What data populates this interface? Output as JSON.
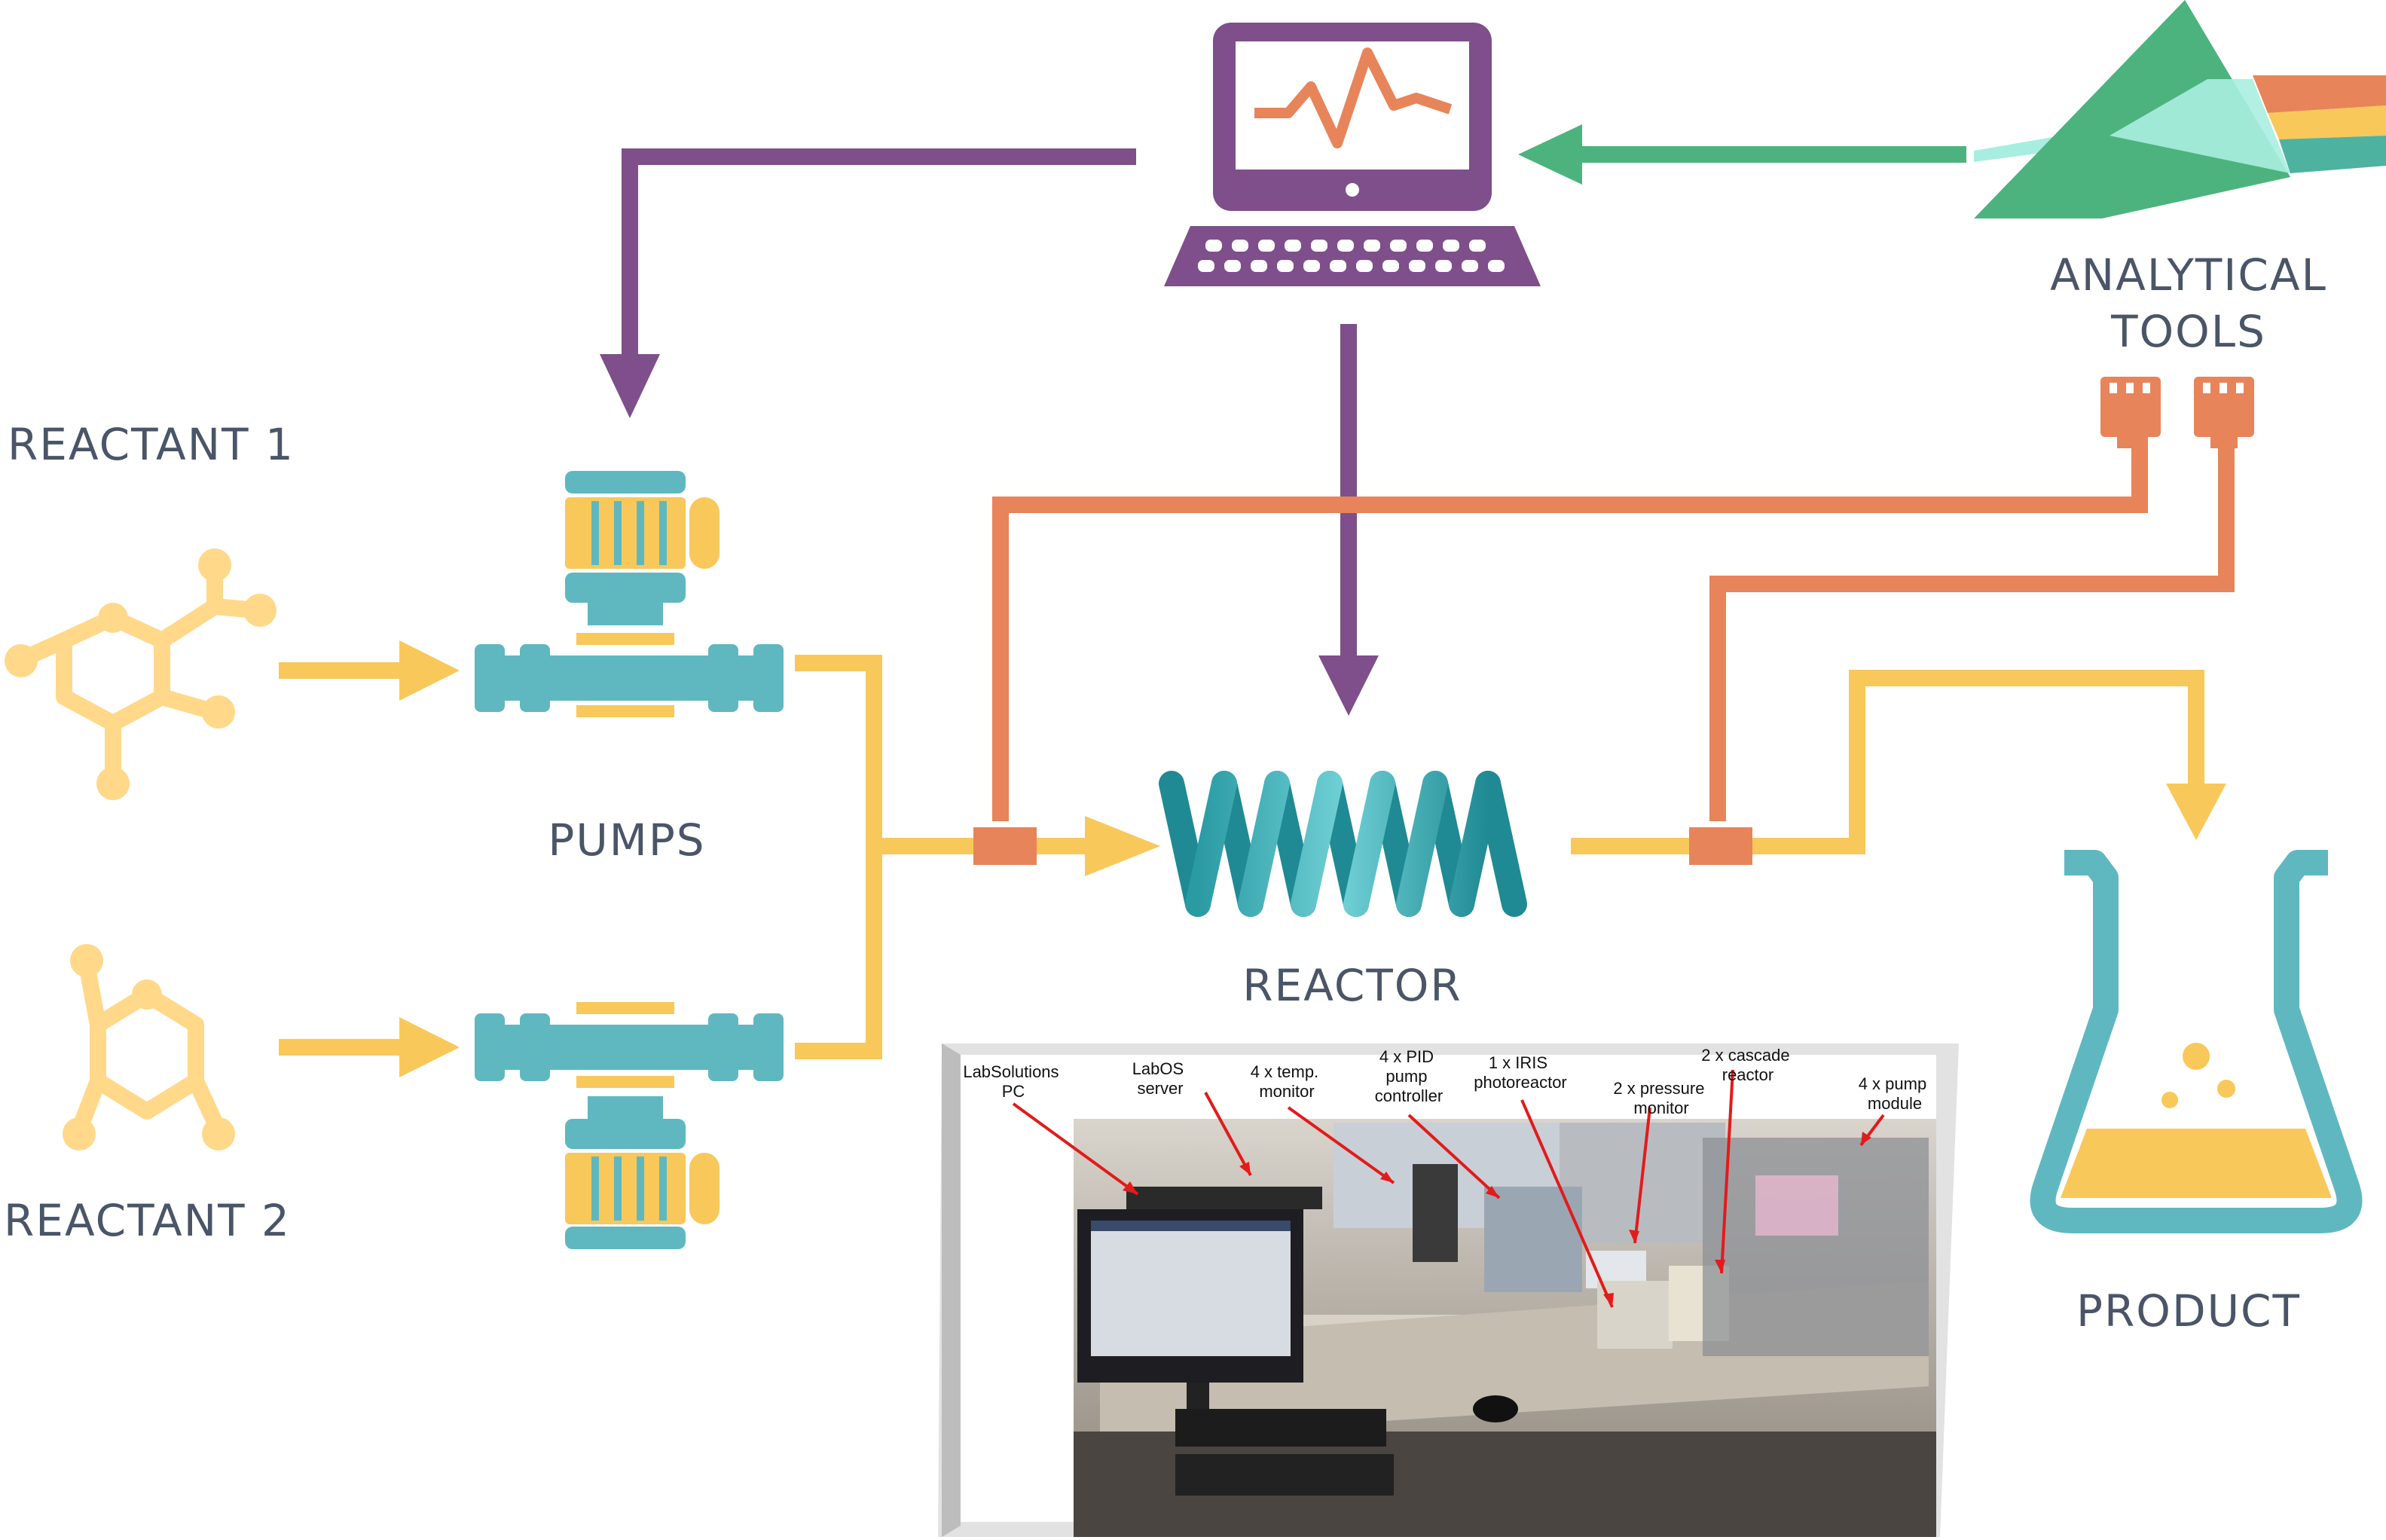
{
  "labels": {
    "reactant1": "REACTANT 1",
    "reactant2": "REACTANT 2",
    "pumps": "PUMPS",
    "reactor": "REACTOR",
    "product": "PRODUCT",
    "analytical_line1": "ANALYTICAL",
    "analytical_line2": "TOOLS"
  },
  "photo_annotations": [
    {
      "id": "labsolutions",
      "lines": [
        "LabSolutions",
        "PC"
      ]
    },
    {
      "id": "labos",
      "lines": [
        "LabOS",
        "server"
      ]
    },
    {
      "id": "temp",
      "lines": [
        "4 x temp.",
        "monitor"
      ]
    },
    {
      "id": "pid",
      "lines": [
        "4 x PID",
        "pump",
        "controller"
      ]
    },
    {
      "id": "iris",
      "lines": [
        "1 x IRIS",
        "photoreactor"
      ]
    },
    {
      "id": "pressure",
      "lines": [
        "2 x pressure",
        "monitor"
      ]
    },
    {
      "id": "cascade",
      "lines": [
        "2 x cascade",
        "reactor"
      ]
    },
    {
      "id": "pumpmod",
      "lines": [
        "4 x pump",
        "module"
      ]
    }
  ],
  "colors": {
    "purple": "#7e4f8a",
    "orange": "#e8845a",
    "yellow": "#f9c85a",
    "teal": "#5fb8c0",
    "green": "#4db37e",
    "text": "#4a5568",
    "red_pointer": "#e21b1b"
  },
  "icons": {
    "computer": "computer-monitor-icon",
    "prism": "prism-icon",
    "pump": "pump-icon",
    "reactor": "coil-reactor-icon",
    "flask": "erlenmeyer-flask-icon",
    "molecule": "molecule-icon"
  }
}
